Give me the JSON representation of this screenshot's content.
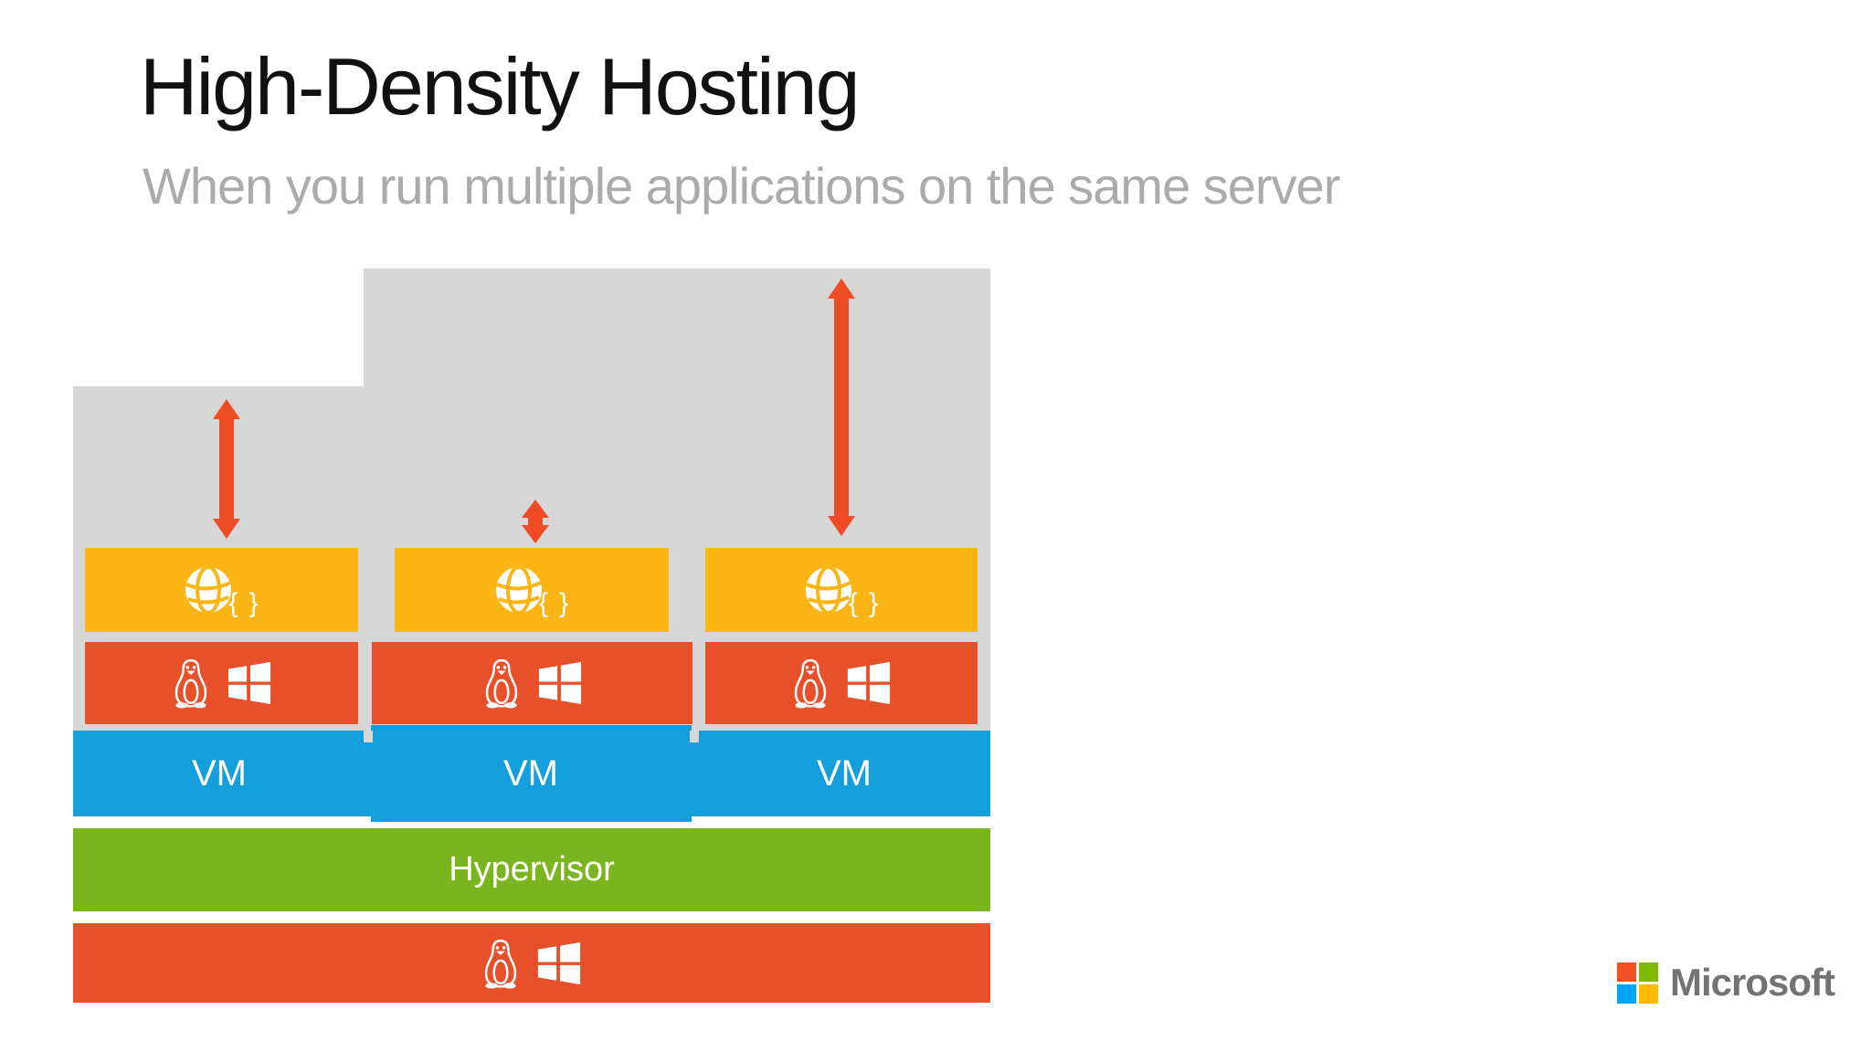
{
  "slide": {
    "title": "High-Density Hosting",
    "subtitle": "When you run multiple applications on the same server"
  },
  "diagram": {
    "app_boxes": [
      {
        "icon": "globe-code-icon",
        "braces": "{ }"
      },
      {
        "icon": "globe-code-icon",
        "braces": "{ }"
      },
      {
        "icon": "globe-code-icon",
        "braces": "{ }"
      }
    ],
    "os_box_icons": [
      "linux-penguin-icon",
      "windows-logo-icon"
    ],
    "vm_labels": [
      "VM",
      "VM",
      "VM"
    ],
    "hypervisor_label": "Hypervisor",
    "host_os_icons": [
      "linux-penguin-icon",
      "windows-logo-icon"
    ],
    "arrows": [
      "capacity-arrow-tall-left",
      "capacity-arrow-short-middle",
      "capacity-arrow-tall-right"
    ]
  },
  "footer": {
    "logo_text": "Microsoft"
  },
  "colors": {
    "amber": "#fbb514",
    "orange": "#e8502a",
    "arrow": "#ef4b25",
    "blue": "#129fdc",
    "green": "#7ab41e",
    "bg_gray": "#d7d7d7",
    "title_text": "#111111",
    "subtitle_text": "#ababab",
    "ms_logo_text": "#737373",
    "ms_red": "#f25022",
    "ms_green": "#7fba00",
    "ms_blue": "#00a4ef",
    "ms_yellow": "#ffb900"
  }
}
